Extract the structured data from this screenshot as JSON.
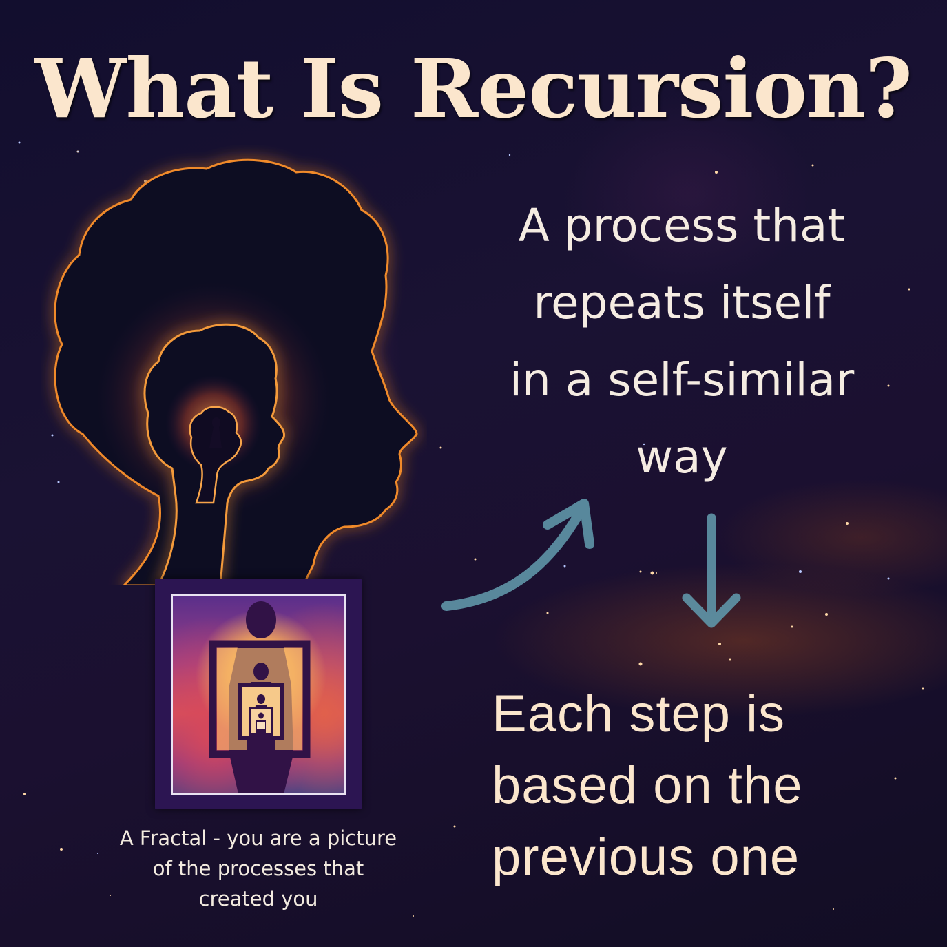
{
  "title": "What Is Recursion?",
  "definition": {
    "lines": [
      "A process that",
      "repeats itself",
      "in a self-similar",
      "way"
    ]
  },
  "step_text": {
    "lines": [
      "Each step is",
      "based on the",
      "previous one"
    ]
  },
  "caption": {
    "lines": [
      "A Fractal - you are a picture",
      "of the processes that",
      "created you"
    ]
  },
  "illustrations": {
    "head": "nested-head-silhouettes-icon",
    "fractal": "person-holding-picture-frame-fractal-icon"
  },
  "arrows": {
    "curved": "curved-arrow-up-right-icon",
    "down": "arrow-down-icon",
    "color": "#5e93a6"
  },
  "colors": {
    "background": "#120e2e",
    "title": "#fbe6cd",
    "body_text": "#f5ece2",
    "glow": "#f08a2c",
    "frame": "#2c1552"
  }
}
